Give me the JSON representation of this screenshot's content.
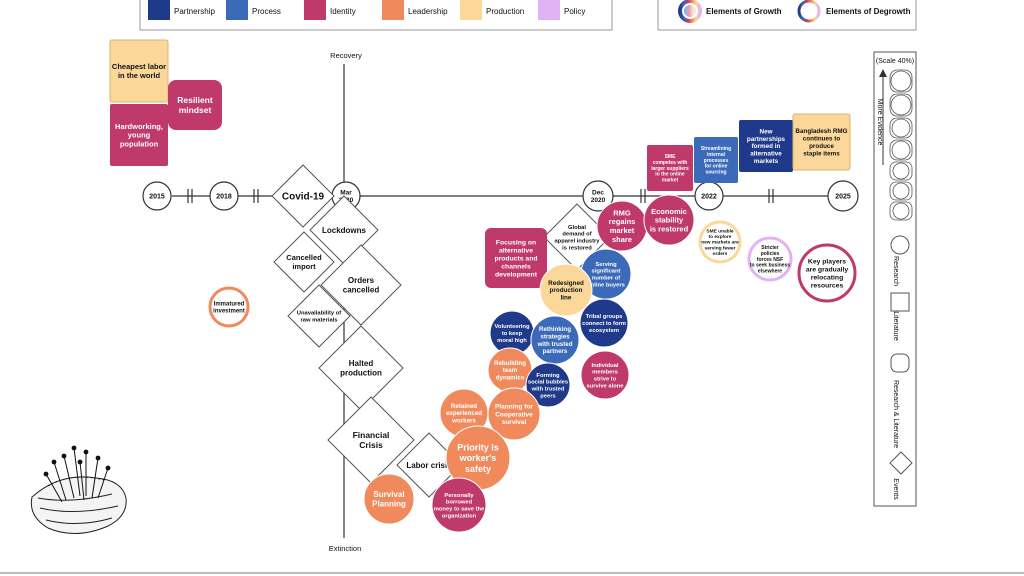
{
  "legend": {
    "categories": [
      {
        "label": "Partnership",
        "color": "#1f3a8a"
      },
      {
        "label": "Process",
        "color": "#3b6ab8"
      },
      {
        "label": "Identity",
        "color": "#c0396b"
      },
      {
        "label": "Leadership",
        "color": "#f08a5d"
      },
      {
        "label": "Production",
        "color": "#fbd79a"
      },
      {
        "label": "Policy",
        "color": "#e2b3f2"
      }
    ],
    "growth_label": "Elements of Growth",
    "degrowth_label": "Elements of Degrowth"
  },
  "axis": {
    "top_label": "Recovery",
    "bottom_label": "Extinction",
    "timeline": [
      "2015",
      "2018",
      "Covid-19",
      "Mar\n2020",
      "Dec\n2020",
      "2022",
      "2025"
    ]
  },
  "events": [
    {
      "text": "Covid-19"
    },
    {
      "text": "Lockdowns"
    },
    {
      "text": "Cancelled\nimport"
    },
    {
      "text": "Orders\ncancelled"
    },
    {
      "text": "Unavailability of\nraw materials"
    },
    {
      "text": "Halted\nproduction"
    },
    {
      "text": "Financial\nCrisis"
    },
    {
      "text": "Labor crisis"
    },
    {
      "text": "Global\ndemand of\napparel industry\nis restored"
    }
  ],
  "items": [
    {
      "text": "Cheapest labor\nin the world",
      "category": "Production",
      "type": "literature"
    },
    {
      "text": "Hardworking,\nyoung\npopulation",
      "category": "Identity",
      "type": "literature"
    },
    {
      "text": "Resilient\nmindset",
      "category": "Identity",
      "type": "both"
    },
    {
      "text": "Immatured\ninvestment",
      "category": "Leadership",
      "type": "degrowth"
    },
    {
      "text": "Focusing on\nalternative\nproducts and\nchannels\ndevelopment",
      "category": "Identity",
      "type": "both"
    },
    {
      "text": "RMG\nregains\nmarket\nshare",
      "category": "Identity",
      "type": "research"
    },
    {
      "text": "Economic\nstability\nis restored",
      "category": "Identity",
      "type": "research"
    },
    {
      "text": "SME\ncompetes with\nlarger suppliers\nin the online\nmarket",
      "category": "Identity",
      "type": "literature"
    },
    {
      "text": "Streamlining\ninternal\nprocesses\nfor online\nsourcing",
      "category": "Process",
      "type": "literature"
    },
    {
      "text": "New\npartnerships\nformed in\nalternative\nmarkets",
      "category": "Partnership",
      "type": "literature"
    },
    {
      "text": "Bangladesh RMG\ncontinues to\nproduce\nstaple items",
      "category": "Production",
      "type": "literature"
    },
    {
      "text": "SME unable\nto explore\nnew markets are\nserving fewer\norders",
      "category": "Production",
      "type": "degrowth"
    },
    {
      "text": "Stricter\npolicies\nforces NSF\nto seek business\nelsewhere",
      "category": "Policy",
      "type": "degrowth"
    },
    {
      "text": "Key players\nare gradually\nrelocating\nresources",
      "category": "Identity",
      "type": "degrowth"
    },
    {
      "text": "Serving\nsignificant\nnumber of\nonline buyers",
      "category": "Process",
      "type": "research"
    },
    {
      "text": "Redesigned\nproduction\nline",
      "category": "Production",
      "type": "research"
    },
    {
      "text": "Tribal groups\nconnect to form\necosystem",
      "category": "Partnership",
      "type": "research"
    },
    {
      "text": "Volunteering\nto keep\nmoral high",
      "category": "Partnership",
      "type": "research"
    },
    {
      "text": "Rethinking\nstrategies\nwith trusted\npartners",
      "category": "Process",
      "type": "research"
    },
    {
      "text": "Individual\nmembers\nstrive to\nsurvive alone",
      "category": "Identity",
      "type": "research"
    },
    {
      "text": "Rebuilding\nteam\ndynamics",
      "category": "Leadership",
      "type": "research"
    },
    {
      "text": "Forming\nsocial bubbles\nwith trusted\npeers",
      "category": "Partnership",
      "type": "research"
    },
    {
      "text": "Retained\nexperienced\nworkers",
      "category": "Leadership",
      "type": "research"
    },
    {
      "text": "Planning for\nCooperative\nsurvival",
      "category": "Leadership",
      "type": "research"
    },
    {
      "text": "Priority is\nworker's\nsafety",
      "category": "Leadership",
      "type": "research"
    },
    {
      "text": "Personally\nborrowed\nmoney to save the\norganization",
      "category": "Identity",
      "type": "research"
    },
    {
      "text": "Survival\nPlanning",
      "category": "Leadership",
      "type": "research"
    }
  ],
  "side_legend": {
    "scale": "(Scale 40%)",
    "evidence": "More Evidence",
    "research": "Research",
    "literature": "Literature",
    "both": "Research & Literature",
    "events": "Events"
  },
  "colors": {
    "axis": "#333333",
    "diamond_stroke": "#555555",
    "text_dark": "#111111",
    "text_light": "#ffffff"
  }
}
